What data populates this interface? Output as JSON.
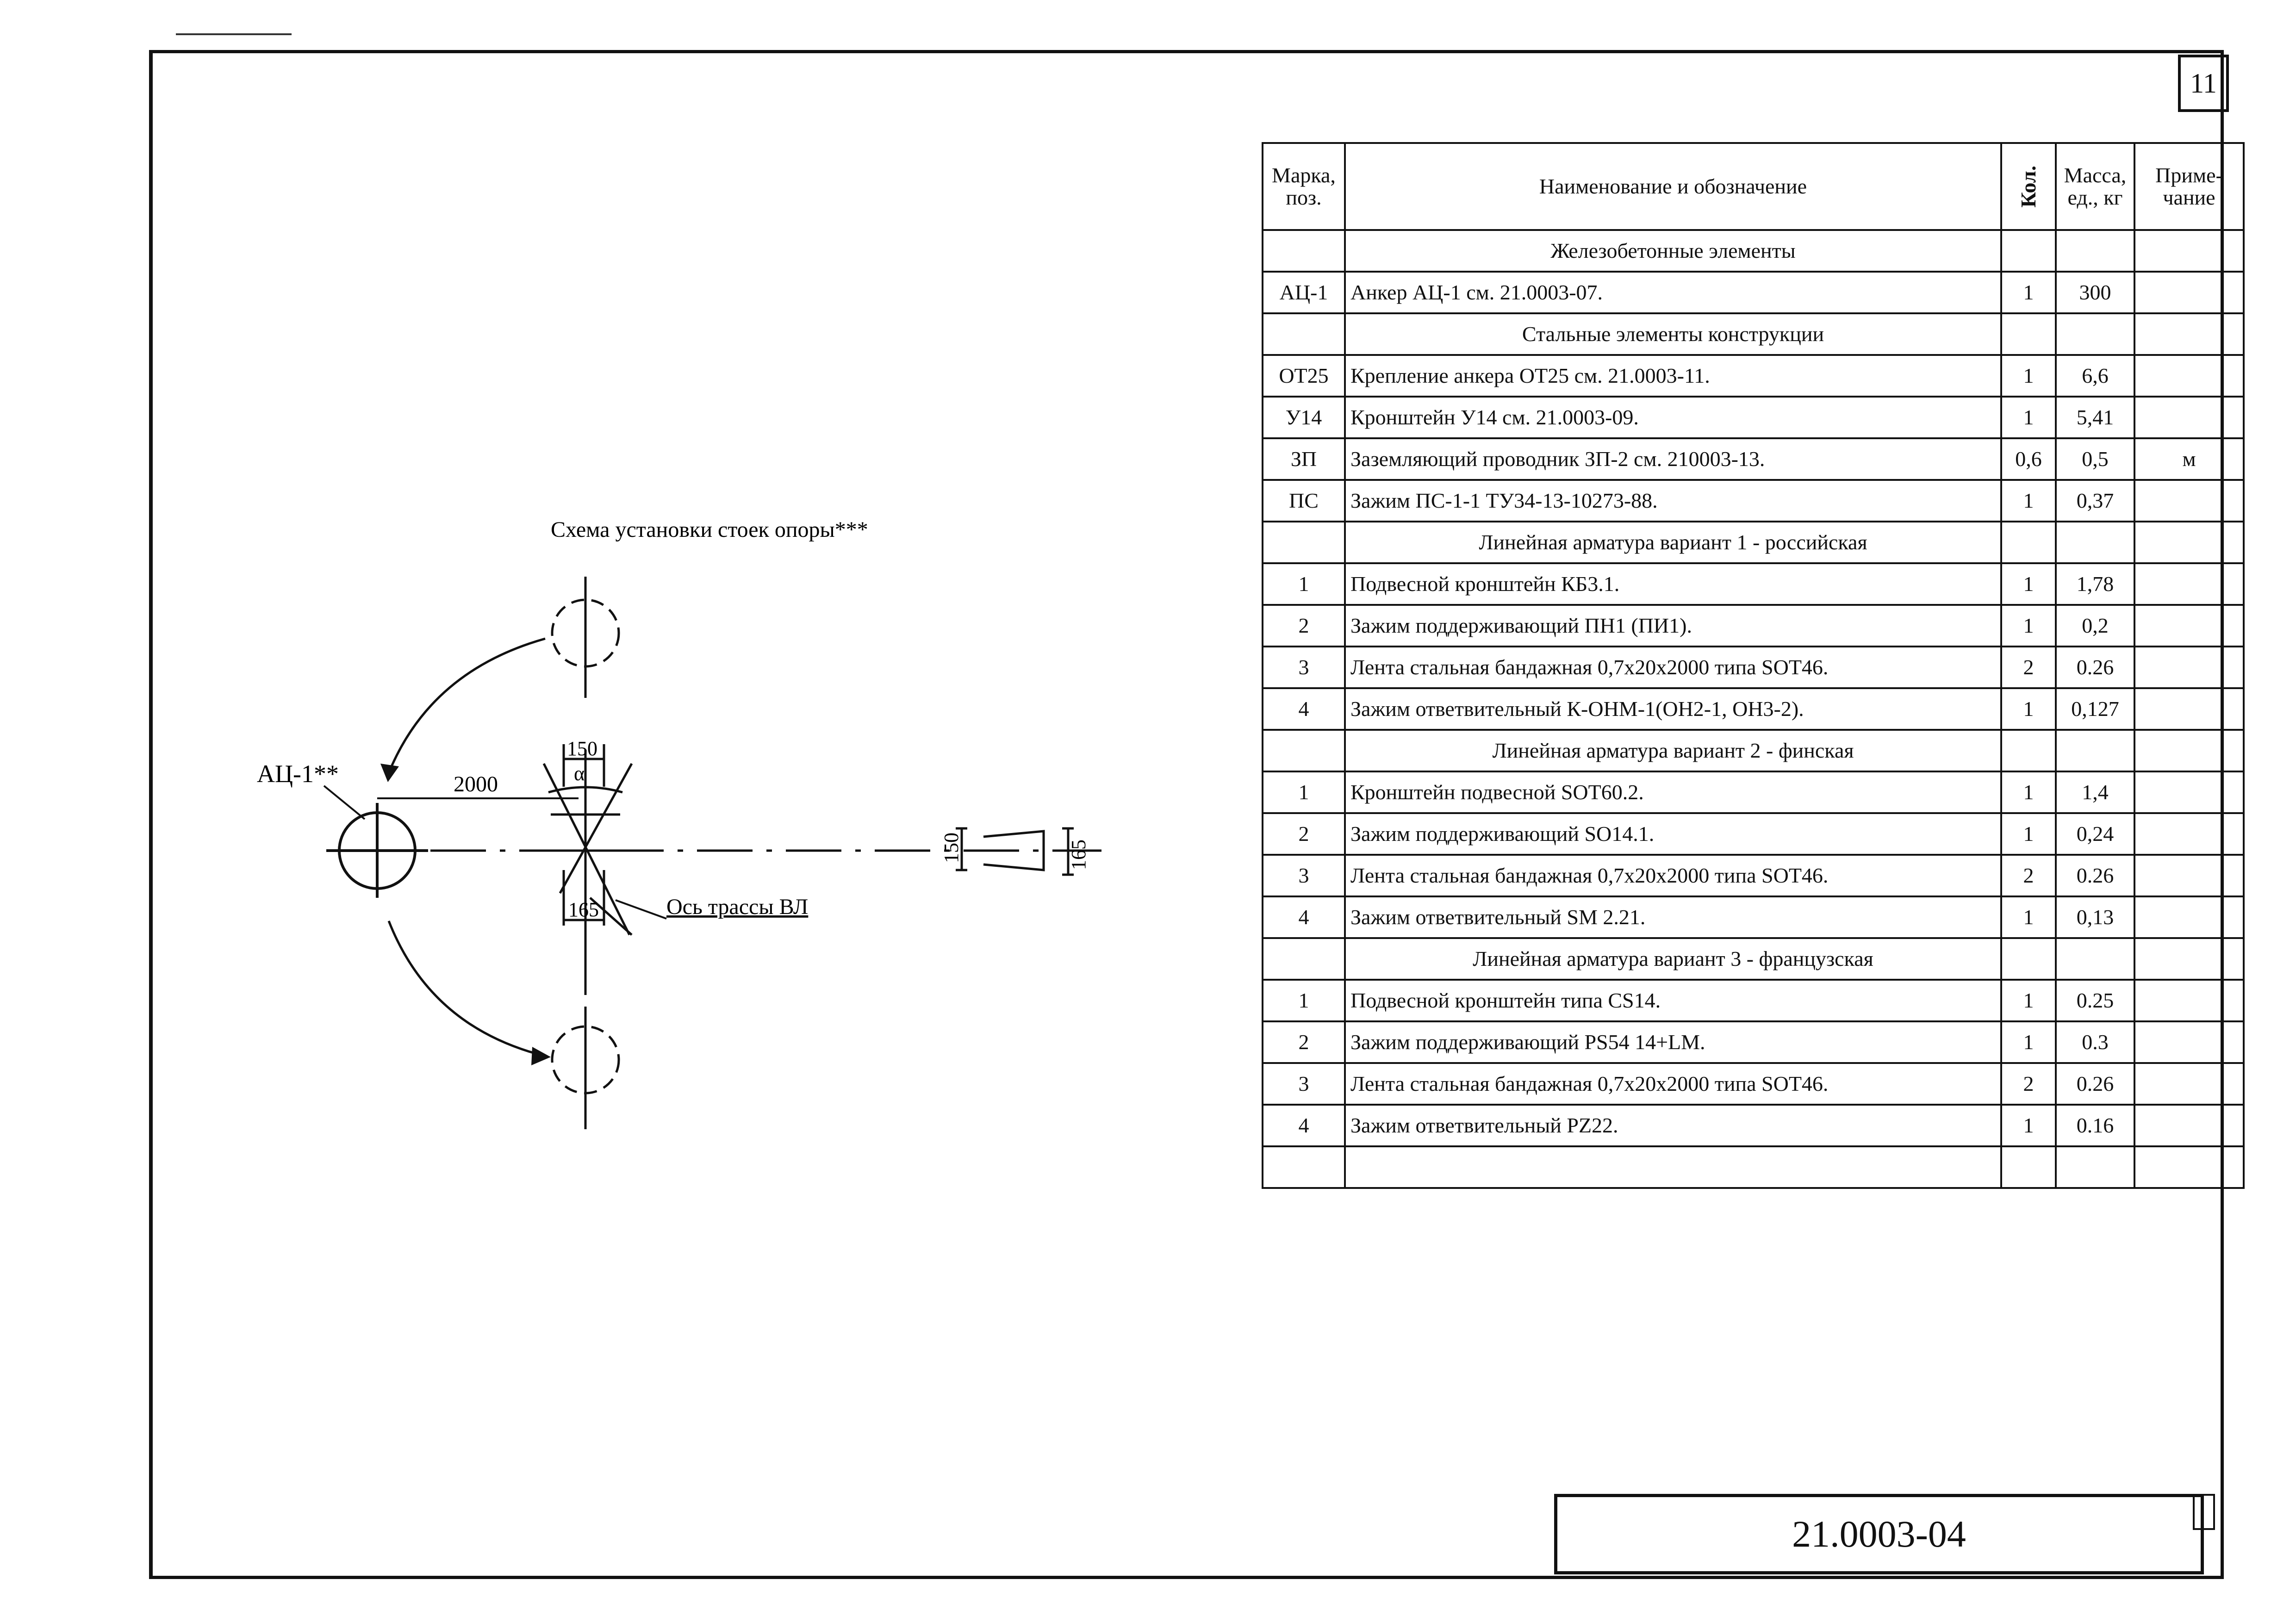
{
  "sheet_number": "11",
  "drawing_code": "21.0003-04",
  "diagram": {
    "title": "Схема установки стоек опоры***",
    "anchor_label": "АЦ-1**",
    "dim_2000": "2000",
    "dim_150": "150",
    "dim_alpha": "α",
    "dim_165": "165",
    "axis_label": "Ось трассы ВЛ",
    "section_dim_150": "150",
    "section_dim_165": "165"
  },
  "table": {
    "headers": {
      "mark": "Марка, поз.",
      "name": "Наименование и обозначение",
      "qty": "Кол.",
      "mass": "Масса, ед., кг",
      "note": "Приме-чание"
    },
    "rows": [
      {
        "type": "section",
        "name": "Железобетонные элементы"
      },
      {
        "type": "item",
        "mark": "АЦ-1",
        "name": "Анкер АЦ-1 см. 21.0003-07.",
        "qty": "1",
        "mass": "300",
        "note": ""
      },
      {
        "type": "section",
        "name": "Стальные элементы конструкции"
      },
      {
        "type": "item",
        "mark": "ОТ25",
        "name": "Крепление анкера ОТ25 см. 21.0003-11.",
        "qty": "1",
        "mass": "6,6",
        "note": ""
      },
      {
        "type": "item",
        "mark": "У14",
        "name": "Кронштейн У14 см. 21.0003-09.",
        "qty": "1",
        "mass": "5,41",
        "note": ""
      },
      {
        "type": "item",
        "mark": "ЗП",
        "name": "Заземляющий проводник ЗП-2 см. 210003-13.",
        "qty": "0,6",
        "mass": "0,5",
        "note": "м"
      },
      {
        "type": "item",
        "mark": "ПС",
        "name": "Зажим ПС-1-1 ТУ34-13-10273-88.",
        "qty": "1",
        "mass": "0,37",
        "note": ""
      },
      {
        "type": "section",
        "name": "Линейная арматура вариант 1 - российская"
      },
      {
        "type": "item",
        "mark": "1",
        "name": "Подвесной кронштейн КБ3.1.",
        "qty": "1",
        "mass": "1,78",
        "note": ""
      },
      {
        "type": "item",
        "mark": "2",
        "name": "Зажим поддерживающий ПН1 (ПИ1).",
        "qty": "1",
        "mass": "0,2",
        "note": ""
      },
      {
        "type": "item",
        "mark": "3",
        "name": "Лента стальная бандажная 0,7х20х2000 типа SOT46.",
        "qty": "2",
        "mass": "0.26",
        "note": ""
      },
      {
        "type": "item",
        "mark": "4",
        "name": "Зажим ответвительный К-ОНМ-1(ОН2-1, ОН3-2).",
        "qty": "1",
        "mass": "0,127",
        "note": ""
      },
      {
        "type": "section",
        "name": "Линейная арматура вариант 2 - финская"
      },
      {
        "type": "item",
        "mark": "1",
        "name": "Кронштейн подвесной SOT60.2.",
        "qty": "1",
        "mass": "1,4",
        "note": ""
      },
      {
        "type": "item",
        "mark": "2",
        "name": "Зажим поддерживающий SO14.1.",
        "qty": "1",
        "mass": "0,24",
        "note": ""
      },
      {
        "type": "item",
        "mark": "3",
        "name": "Лента стальная бандажная 0,7х20х2000 типа SOT46.",
        "qty": "2",
        "mass": "0.26",
        "note": ""
      },
      {
        "type": "item",
        "mark": "4",
        "name": "Зажим ответвительный SM 2.21.",
        "qty": "1",
        "mass": "0,13",
        "note": ""
      },
      {
        "type": "section",
        "name": "Линейная арматура вариант 3 - французская"
      },
      {
        "type": "item",
        "mark": "1",
        "name": "Подвесной кронштейн типа CS14.",
        "qty": "1",
        "mass": "0.25",
        "note": ""
      },
      {
        "type": "item",
        "mark": "2",
        "name": "Зажим поддерживающий PS54 14+LM.",
        "qty": "1",
        "mass": "0.3",
        "note": ""
      },
      {
        "type": "item",
        "mark": "3",
        "name": "Лента стальная бандажная 0,7х20х2000 типа SOT46.",
        "qty": "2",
        "mass": "0.26",
        "note": ""
      },
      {
        "type": "item",
        "mark": "4",
        "name": "Зажим ответвительный PZ22.",
        "qty": "1",
        "mass": "0.16",
        "note": ""
      },
      {
        "type": "item",
        "mark": "",
        "name": "",
        "qty": "",
        "mass": "",
        "note": ""
      }
    ]
  }
}
